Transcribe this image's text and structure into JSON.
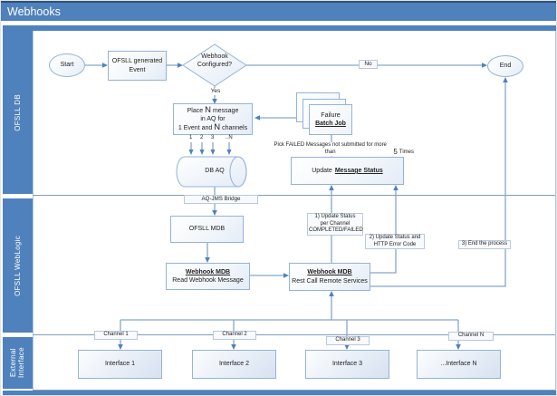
{
  "title": "Webhooks",
  "lanes": [
    {
      "label": "OFSLL DB"
    },
    {
      "label": "OFSLL WebLogic"
    },
    {
      "label": "External Interface"
    }
  ],
  "nodes": {
    "start": "Start",
    "end": "End",
    "event": {
      "line1": "OFSLL generated",
      "line2": "Event"
    },
    "decision": {
      "line1": "Webhook",
      "line2": "Configured?"
    },
    "place": {
      "pre": "Place",
      "big_n": "N",
      "post": "message",
      "line2": "in AQ for",
      "l3pre": "1 Event and",
      "l3n": "N",
      "l3post": "channels"
    },
    "batch": {
      "line1": "Failure",
      "line2": "Batch Job"
    },
    "db_aq": "DB AQ",
    "update_status": {
      "pre": "Update",
      "emph": "Message Status"
    },
    "ofsll_mdb": "OFSLL MDB",
    "mdb_read": {
      "title": "Webhook MDB",
      "subtitle": "Read Webhook Message"
    },
    "mdb_rest": {
      "title": "Webhook MDB",
      "subtitle": "Rest Call Remote Services"
    },
    "interfaces": [
      "Interface 1",
      "Interface 2",
      "Interface 3",
      "...Interface N"
    ]
  },
  "labels": {
    "yes": "Yes",
    "no": "No",
    "queue_numbers": [
      "1",
      "2",
      "3",
      "..N"
    ],
    "aq_jms_bridge": "AQ-JMS Bridge",
    "pick_failed": {
      "pre": "Pick FAILED Messages not submitted for more than",
      "big": "5",
      "post": "Times"
    },
    "note1": {
      "l1": "1) Update Status",
      "l2": "per Channel",
      "l3": "COMPLETED/FAILED"
    },
    "note2": {
      "l1": "2) Update Status and",
      "l2": "HTTP Error Code"
    },
    "note3": "3) End the process",
    "channels": [
      "Channel 1",
      "Channel 2",
      "Channel 3",
      "Channel N"
    ]
  },
  "colors": {
    "header_blue": "#4f81bd",
    "connector": "#84a7cb",
    "arrowhead": "#4f81bd",
    "box_border": "#95b3d7",
    "lane_divider": "#7f9db9"
  }
}
